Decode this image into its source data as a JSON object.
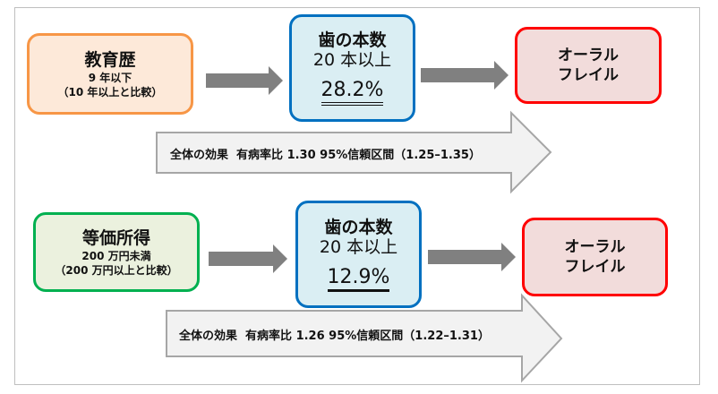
{
  "rows": [
    {
      "factor_title": "教育歴",
      "factor_sub1": "9 年以下",
      "factor_sub2": "（10 年以上と比較）",
      "mediator_l1": "歯の本数",
      "mediator_l2": "20 本以上",
      "mediator_pct": "28.2%",
      "outcome_l1": "オーラル",
      "outcome_l2": "フレイル",
      "effect": "全体の効果  有病率比 1.30 95%信頼区間（1.25–1.35）"
    },
    {
      "factor_title": "等価所得",
      "factor_sub1": "200 万円未満",
      "factor_sub2": "（200 万円以上と比較）",
      "mediator_l1": "歯の本数",
      "mediator_l2": "20 本以上",
      "mediator_pct": "12.9%",
      "outcome_l1": "オーラル",
      "outcome_l2": "フレイル",
      "effect": "全体の効果  有病率比 1.26 95%信頼区間（1.22–1.31）"
    }
  ],
  "colors": {
    "orange": "#f79646",
    "green": "#00b050",
    "blue": "#0070c0",
    "red": "#ff0000"
  }
}
